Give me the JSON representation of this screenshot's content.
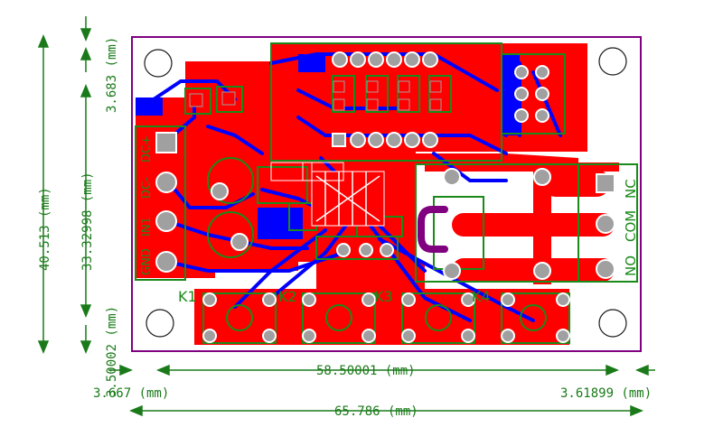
{
  "board": {
    "layers": {
      "top_copper_color": "#ff0000",
      "bottom_copper_color": "#0000ff",
      "silkscreen_color": "#1a8a1a",
      "outline_color": "#800080",
      "pad_color": "#a0a0a0"
    }
  },
  "dimensions": {
    "height_total": "40.513 (mm)",
    "height_inner": "33.32998 (mm)",
    "top_offset": "3.683 (mm)",
    "bottom_offset": "3.50002 (mm)",
    "width_inner": "58.50001 (mm)",
    "left_offset": "3.667 (mm)",
    "right_offset": "3.61899 (mm)",
    "width_total": "65.786 (mm)"
  },
  "connectors": {
    "left_header_labels": [
      "DC+",
      "DC-",
      "IN1",
      "GND"
    ],
    "relay_terminal_labels": [
      "NC",
      "COM",
      "NO"
    ]
  },
  "buttons": [
    "K1",
    "K2",
    "K3",
    "K4"
  ]
}
